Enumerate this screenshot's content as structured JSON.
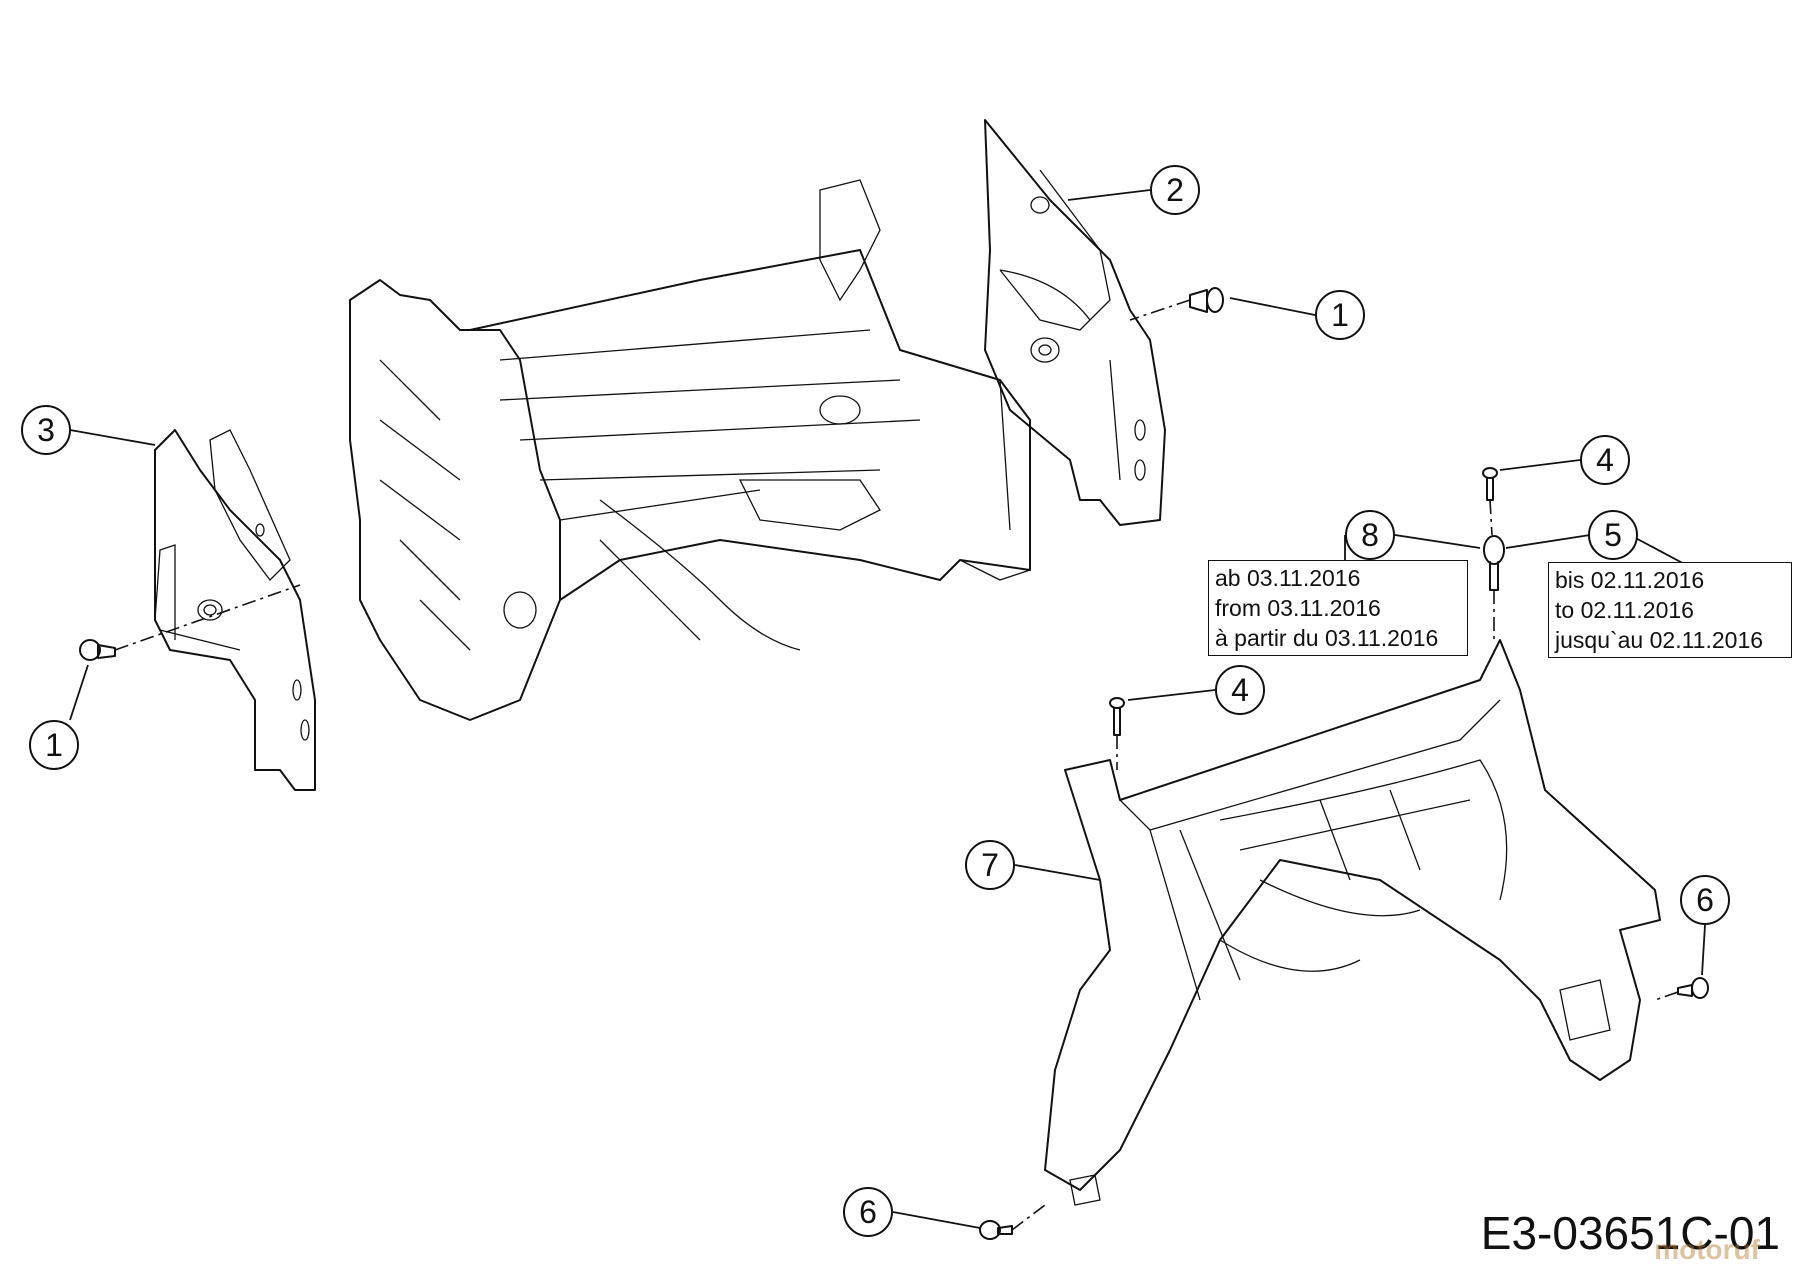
{
  "callouts": {
    "c1_right": "1",
    "c1_left": "1",
    "c2": "2",
    "c3": "3",
    "c4_top": "4",
    "c4_mid": "4",
    "c5": "5",
    "c6_right": "6",
    "c6_bottom": "6",
    "c7": "7",
    "c8": "8"
  },
  "notes": {
    "part8": [
      "ab 03.11.2016",
      "from 03.11.2016",
      "à partir du 03.11.2016"
    ],
    "part5": [
      "bis 02.11.2016",
      "to 02.11.2016",
      "jusqu`au 02.11.2016"
    ]
  },
  "drawing_code": "E3-03651C-01",
  "watermark": "motoruf"
}
